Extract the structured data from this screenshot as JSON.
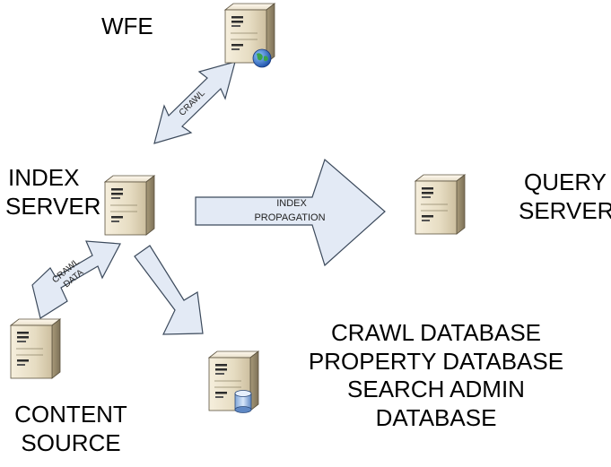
{
  "nodes": {
    "wfe": {
      "label": "WFE",
      "icon": "web-server-globe-icon"
    },
    "index_server": {
      "label_line1": "INDEX",
      "label_line2": "SERVER",
      "icon": "server-icon"
    },
    "query_server": {
      "label_line1": "QUERY",
      "label_line2": "SERVER",
      "icon": "server-icon"
    },
    "content_source": {
      "label_line1": "CONTENT",
      "label_line2": "SOURCE",
      "icon": "server-icon"
    },
    "database_server": {
      "icon": "database-server-icon",
      "lines": [
        "CRAWL DATABASE",
        "PROPERTY DATABASE",
        "SEARCH ADMIN",
        "DATABASE"
      ]
    }
  },
  "arrows": {
    "crawl": {
      "label": "CRAWL"
    },
    "crawl_data": {
      "line1": "CRAWL",
      "line2": "DATA"
    },
    "index_propagation": {
      "line1": "INDEX",
      "line2": "PROPAGATION"
    }
  },
  "colors": {
    "arrow_fill": "#e3eaf5",
    "arrow_stroke": "#3c4a5c"
  }
}
